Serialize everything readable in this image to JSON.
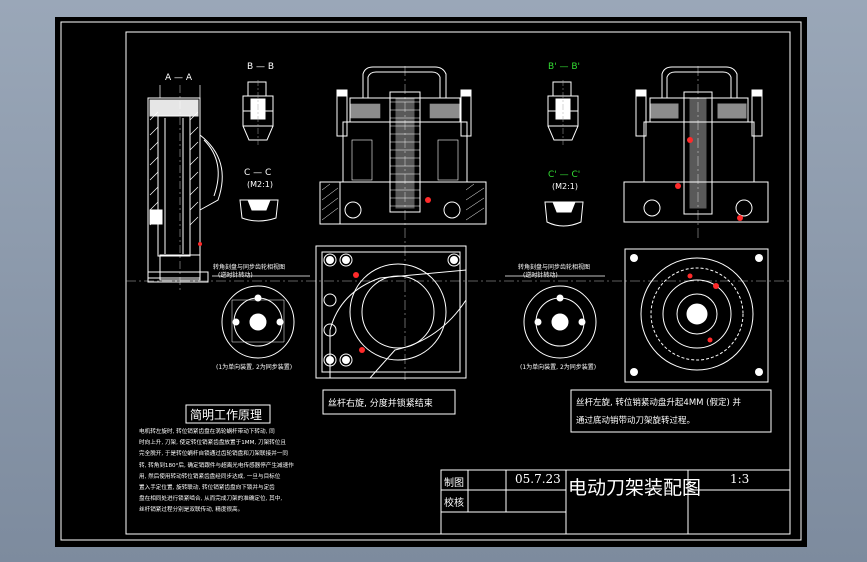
{
  "sections": {
    "aa": "A — A",
    "bb": "B — B",
    "cc": "C — C",
    "cc_scale": "(M2:1)",
    "bb2": "B' — B'",
    "cc2": "C' — C'",
    "cc2_scale": "(M2:1)"
  },
  "view_labels": {
    "left_bottom_a": "转角刻盘与同步齿轮相视图",
    "left_bottom_b": "(逆时针转动)",
    "right_bottom_a": "转角刻盘与同步齿轮相视图",
    "right_bottom_b": "(逆时针转动)",
    "left_circle_caption": "(1为单向装置, 2为同步装置)",
    "right_circle_caption": "(1为单向装置, 2为同步装置)"
  },
  "notes": {
    "middle": "丝杆右旋, 分度并锁紧结束",
    "right_line1": "丝杆左旋, 转位销紧动盘升起4MM (假定) 并",
    "right_line2": "通过底动销带动刀架旋转过程。"
  },
  "principle": {
    "title": "简明工作原理",
    "lines": [
      "电机转左旋时, 转位销紧齿盘在涡轮蜗杆带动下转动, 同",
      "时向上升, 刀架, 使定转位销紧齿盘放置于1MM, 刀架转位且",
      "完全脱开, 于是转位蜗杆自锁通过齿轮销盘和刀架联接并一同",
      "转, 转角到180°后, 确定销跟件与超离光电传感器停产生减速作",
      "用, 然后使用转动转位销紧齿盘经同步达成, 一旦与目标位",
      "置入手定位置, 旋转联动, 转位销紧齿盘向下锁并与定齿",
      "盘在相同处进行锁紧啮合, 从而完成刀架的准确定位, 其中,",
      "丝杆销紧过程分别是双联传动, 精度很高。"
    ]
  },
  "title_block": {
    "draw_label": "制图",
    "check_label": "校核",
    "date": "05.7.23",
    "title": "电动刀架装配图",
    "scale": "1:3"
  },
  "colors": {
    "background": "#000000",
    "line": "#ffffff",
    "accent_red": "#ff2a2a",
    "accent_green": "#33dd33",
    "center_line": "#cfcfcf"
  }
}
